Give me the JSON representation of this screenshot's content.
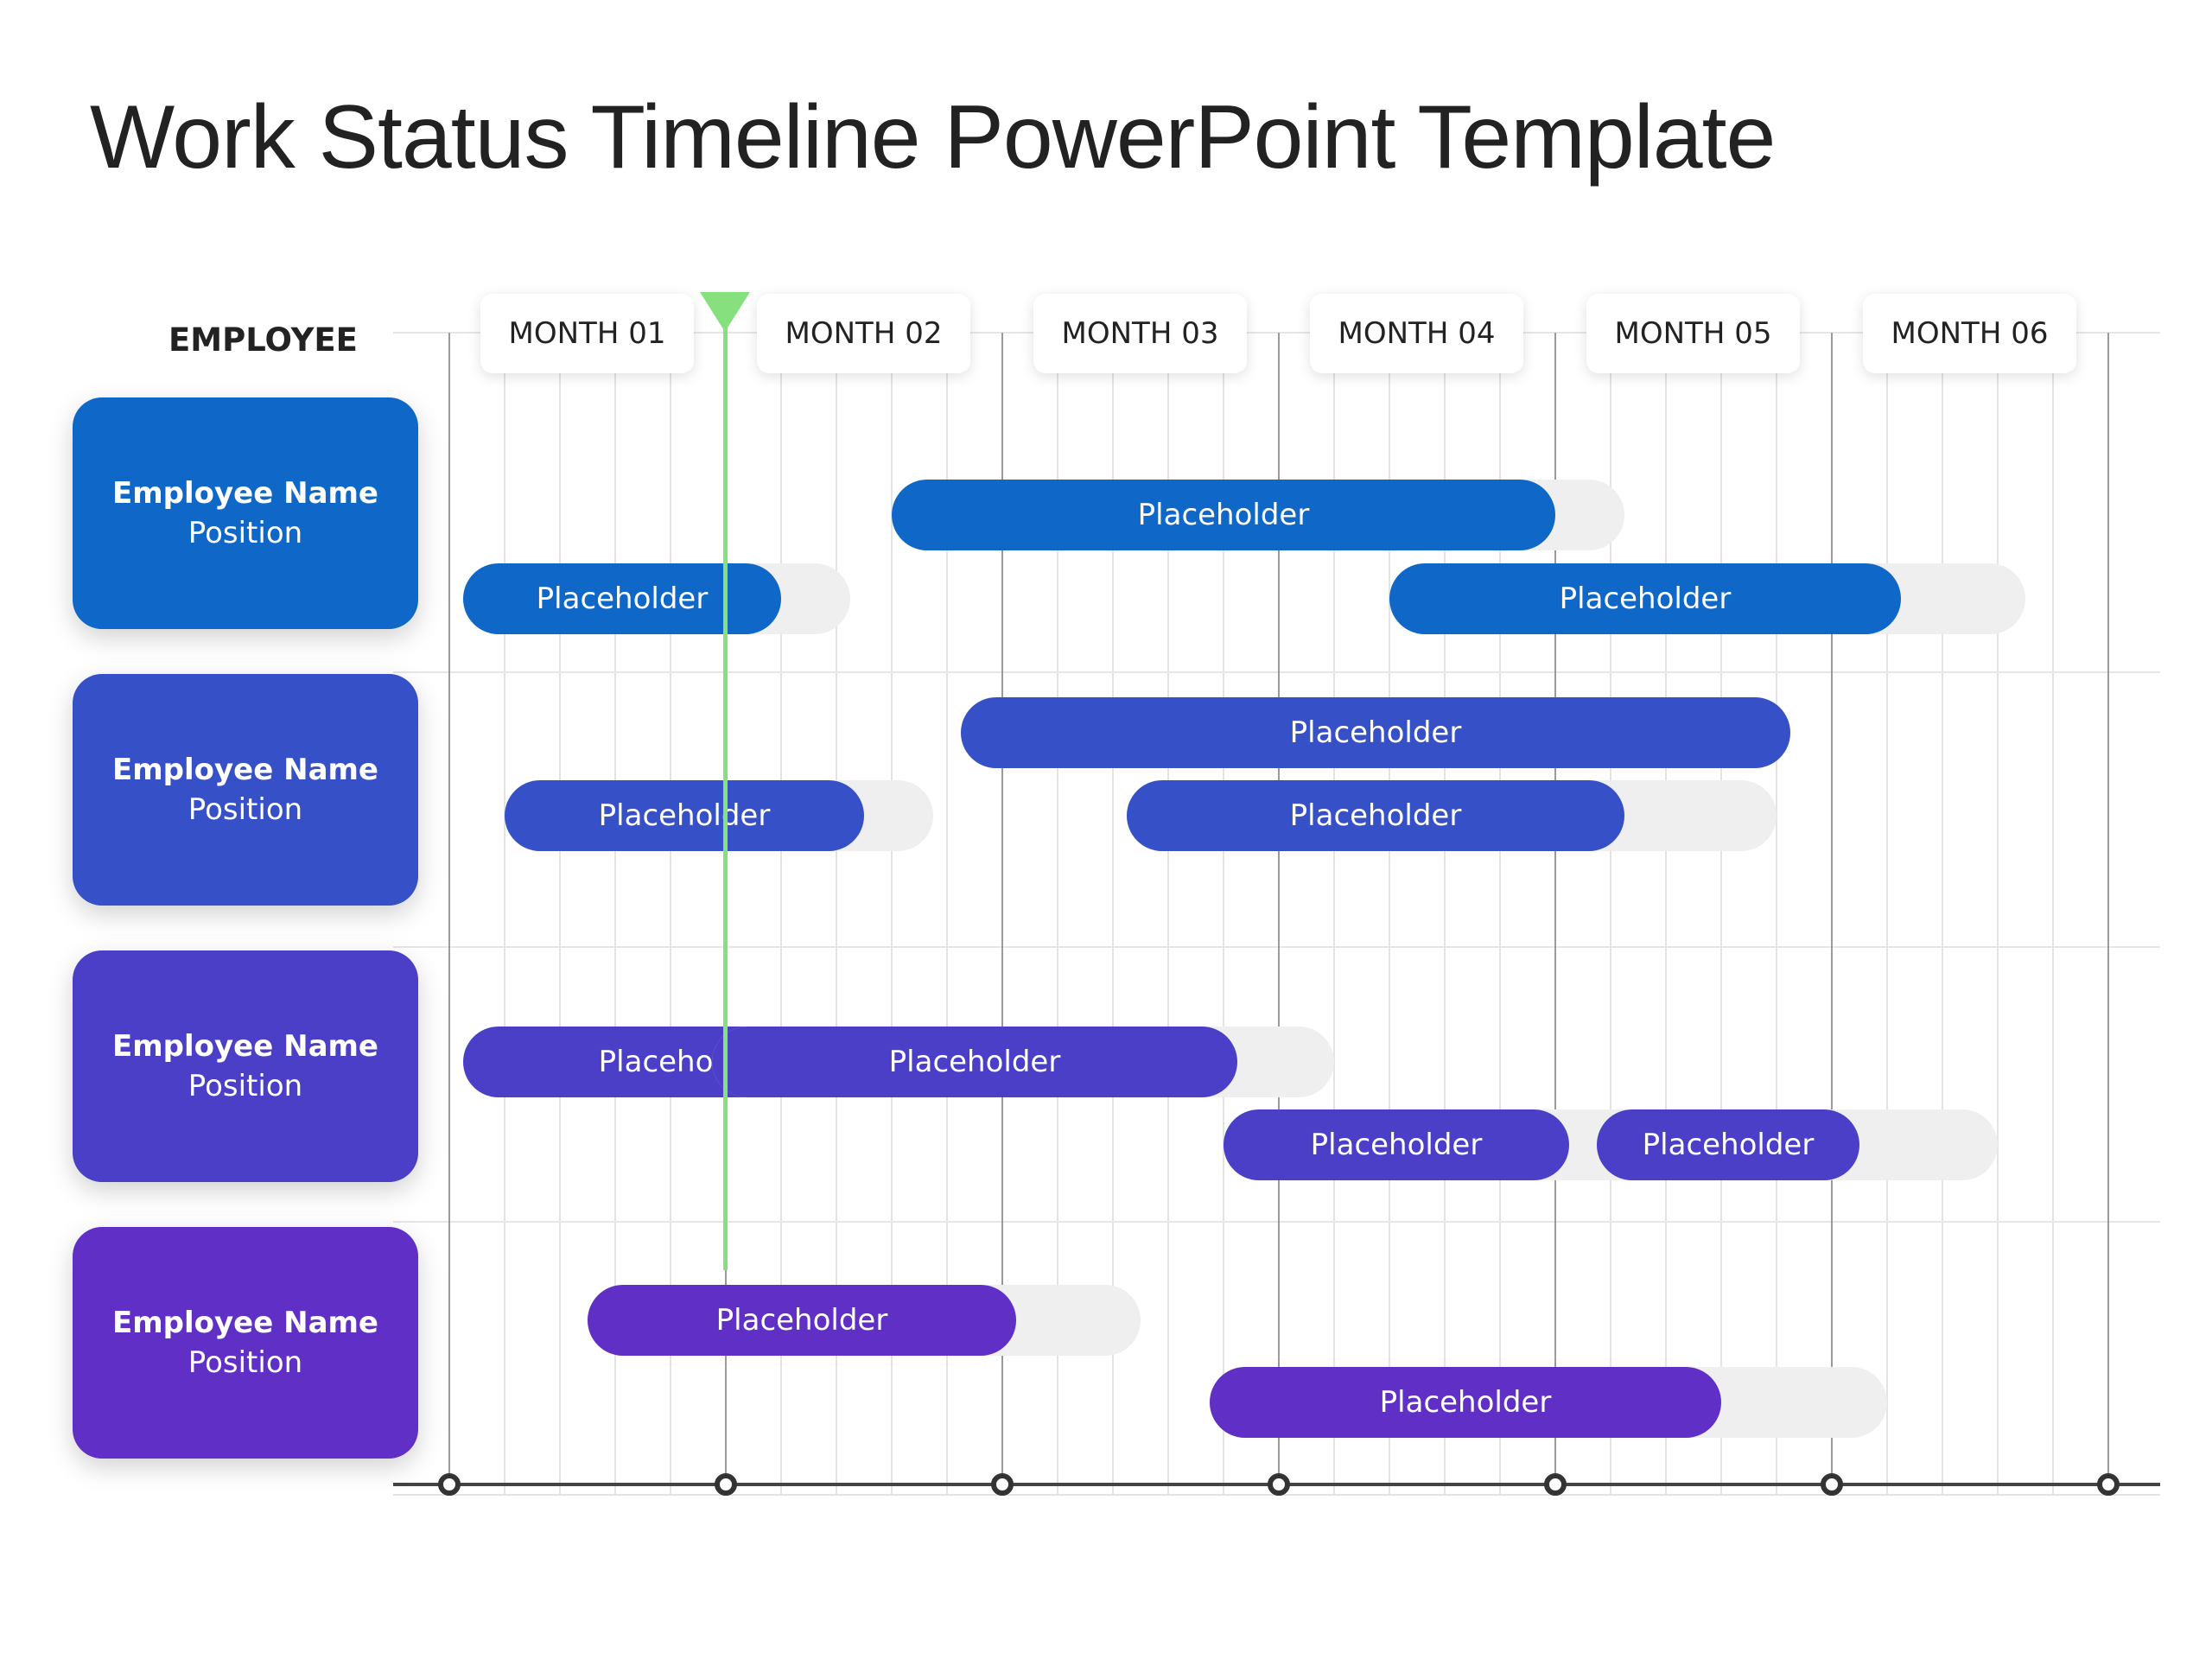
{
  "title": "Work Status Timeline PowerPoint Template",
  "employee_header": "EMPLOYEE",
  "months": [
    "MONTH 01",
    "MONTH 02",
    "MONTH 03",
    "MONTH 04",
    "MONTH 05",
    "MONTH 06"
  ],
  "employees": [
    {
      "name": "Employee Name",
      "position": "Position",
      "color": "#0f67c8"
    },
    {
      "name": "Employee Name",
      "position": "Position",
      "color": "#3650c7"
    },
    {
      "name": "Employee Name",
      "position": "Position",
      "color": "#4a3fc6"
    },
    {
      "name": "Employee Name",
      "position": "Position",
      "color": "#6030c6"
    }
  ],
  "tasks": [
    {
      "employee": 0,
      "label": "Placeholder",
      "start": 1.6,
      "progress_end": 4.0,
      "end": 4.25
    },
    {
      "employee": 0,
      "label": "Placeholder",
      "start": 0.05,
      "progress_end": 1.2,
      "end": 1.45
    },
    {
      "employee": 0,
      "label": "Placeholder",
      "start": 3.4,
      "progress_end": 5.25,
      "end": 5.7
    },
    {
      "employee": 1,
      "label": "Placeholder",
      "start": 1.85,
      "progress_end": 4.85,
      "end": 4.85
    },
    {
      "employee": 1,
      "label": "Placeholder",
      "start": 0.2,
      "progress_end": 1.5,
      "end": 1.75
    },
    {
      "employee": 1,
      "label": "Placeholder",
      "start": 2.45,
      "progress_end": 4.25,
      "end": 4.8
    },
    {
      "employee": 2,
      "label": "Placeholder",
      "start": 0.05,
      "progress_end": 1.65,
      "end": 2.1
    },
    {
      "employee": 2,
      "label": "Placeholder",
      "start": 2.8,
      "progress_end": 4.05,
      "end": 4.85
    },
    {
      "employee": 2,
      "label": "Placeholder",
      "start": 0.95,
      "progress_end": 2.85,
      "end": 3.2
    },
    {
      "employee": 2,
      "label": "Placeholder",
      "start": 4.15,
      "progress_end": 5.1,
      "end": 5.6
    },
    {
      "employee": 3,
      "label": "Placeholder",
      "start": 0.5,
      "progress_end": 2.05,
      "end": 2.5
    },
    {
      "employee": 3,
      "label": "Placeholder",
      "start": 2.75,
      "progress_end": 4.6,
      "end": 5.2
    }
  ],
  "current_marker": 1.0
}
